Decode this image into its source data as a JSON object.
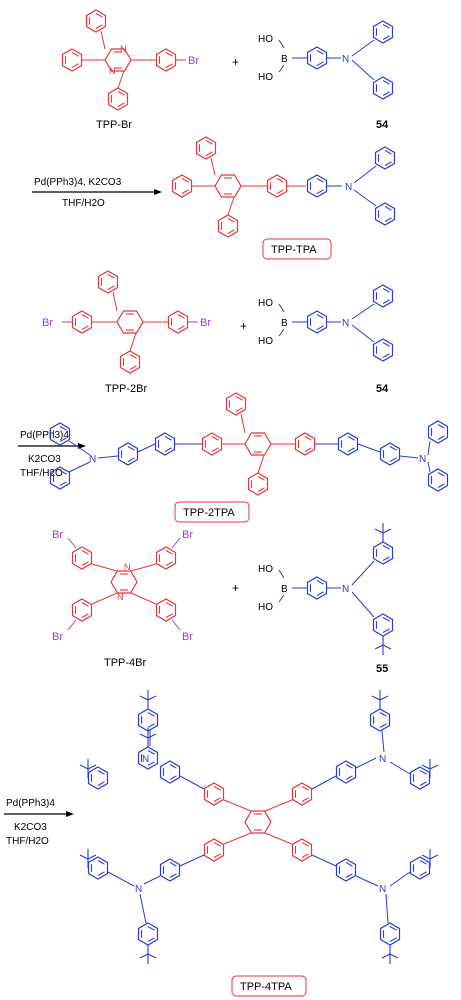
{
  "colors": {
    "pyrazine": "#e8343c",
    "amine": "#2b3bd6",
    "bromine": "#9a3fd0",
    "text": "#000000"
  },
  "row1": {
    "reactant_label": "TPP-Br",
    "plus": "+",
    "reagent_label": "54",
    "br": "Br",
    "ho1": "HO",
    "ho2": "HO",
    "b": "B",
    "n": "N",
    "cond_top": "Pd(PPh3)4, K2CO3",
    "cond_bottom": "THF/H2O",
    "product_label": "TPP-TPA"
  },
  "row2": {
    "reactant_label": "TPP-2Br",
    "plus": "+",
    "reagent_label": "54",
    "br": "Br",
    "cond_line1": "Pd(PPh3)4",
    "cond_line2": "K2CO3",
    "cond_line3": "THF/H2O",
    "product_label": "TPP-2TPA"
  },
  "row3": {
    "reactant_label": "TPP-4Br",
    "plus": "+",
    "reagent_label": "55",
    "br": "Br",
    "cond_line1": "Pd(PPh3)4",
    "cond_line2": "K2CO3",
    "cond_line3": "THF/H2O",
    "product_label": "TPP-4TPA"
  }
}
